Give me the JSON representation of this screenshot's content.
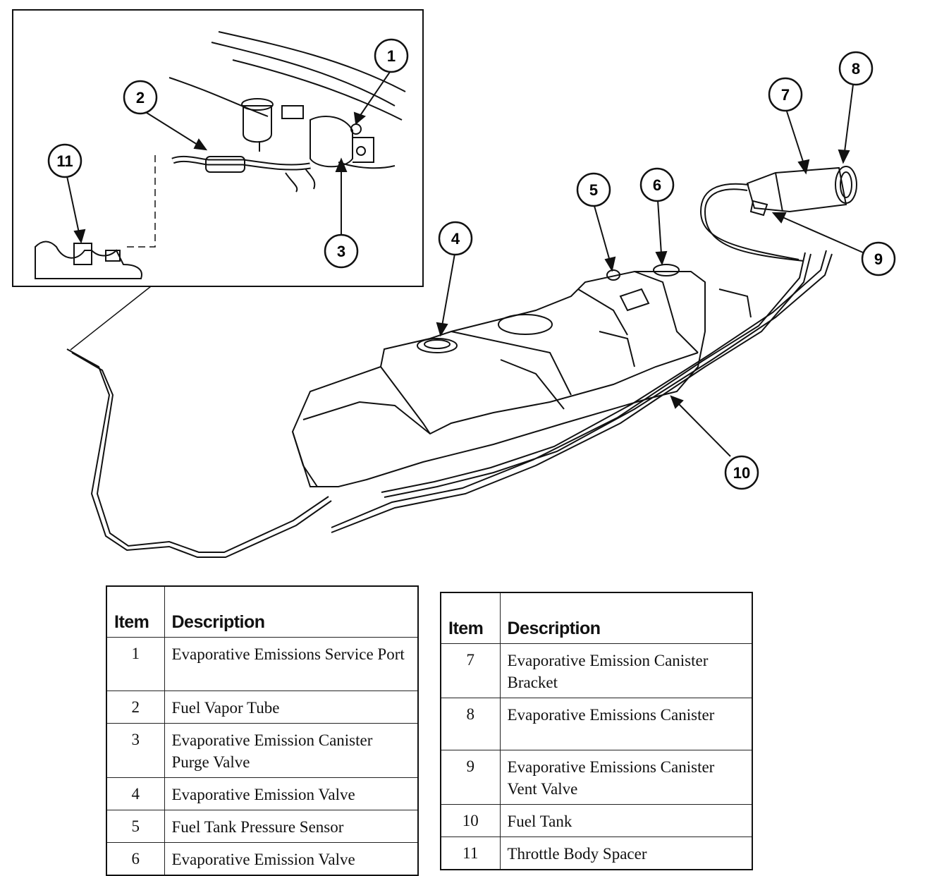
{
  "callouts": [
    "1",
    "2",
    "3",
    "4",
    "5",
    "6",
    "7",
    "8",
    "9",
    "10",
    "11"
  ],
  "table_headers": {
    "item": "Item",
    "description": "Description"
  },
  "table_left": [
    {
      "item": "1",
      "description": "Evaporative Emissions Service Port"
    },
    {
      "item": "2",
      "description": "Fuel Vapor Tube"
    },
    {
      "item": "3",
      "description": "Evaporative Emission Canister Purge Valve"
    },
    {
      "item": "4",
      "description": "Evaporative Emission Valve"
    },
    {
      "item": "5",
      "description": "Fuel Tank Pressure Sensor"
    },
    {
      "item": "6",
      "description": "Evaporative Emission Valve"
    }
  ],
  "table_right": [
    {
      "item": "7",
      "description": "Evaporative Emission Canister Bracket"
    },
    {
      "item": "8",
      "description": "Evaporative Emissions Canister"
    },
    {
      "item": "9",
      "description": "Evaporative Emissions Canister Vent Valve"
    },
    {
      "item": "10",
      "description": "Fuel Tank"
    },
    {
      "item": "11",
      "description": "Throttle Body Spacer"
    }
  ]
}
